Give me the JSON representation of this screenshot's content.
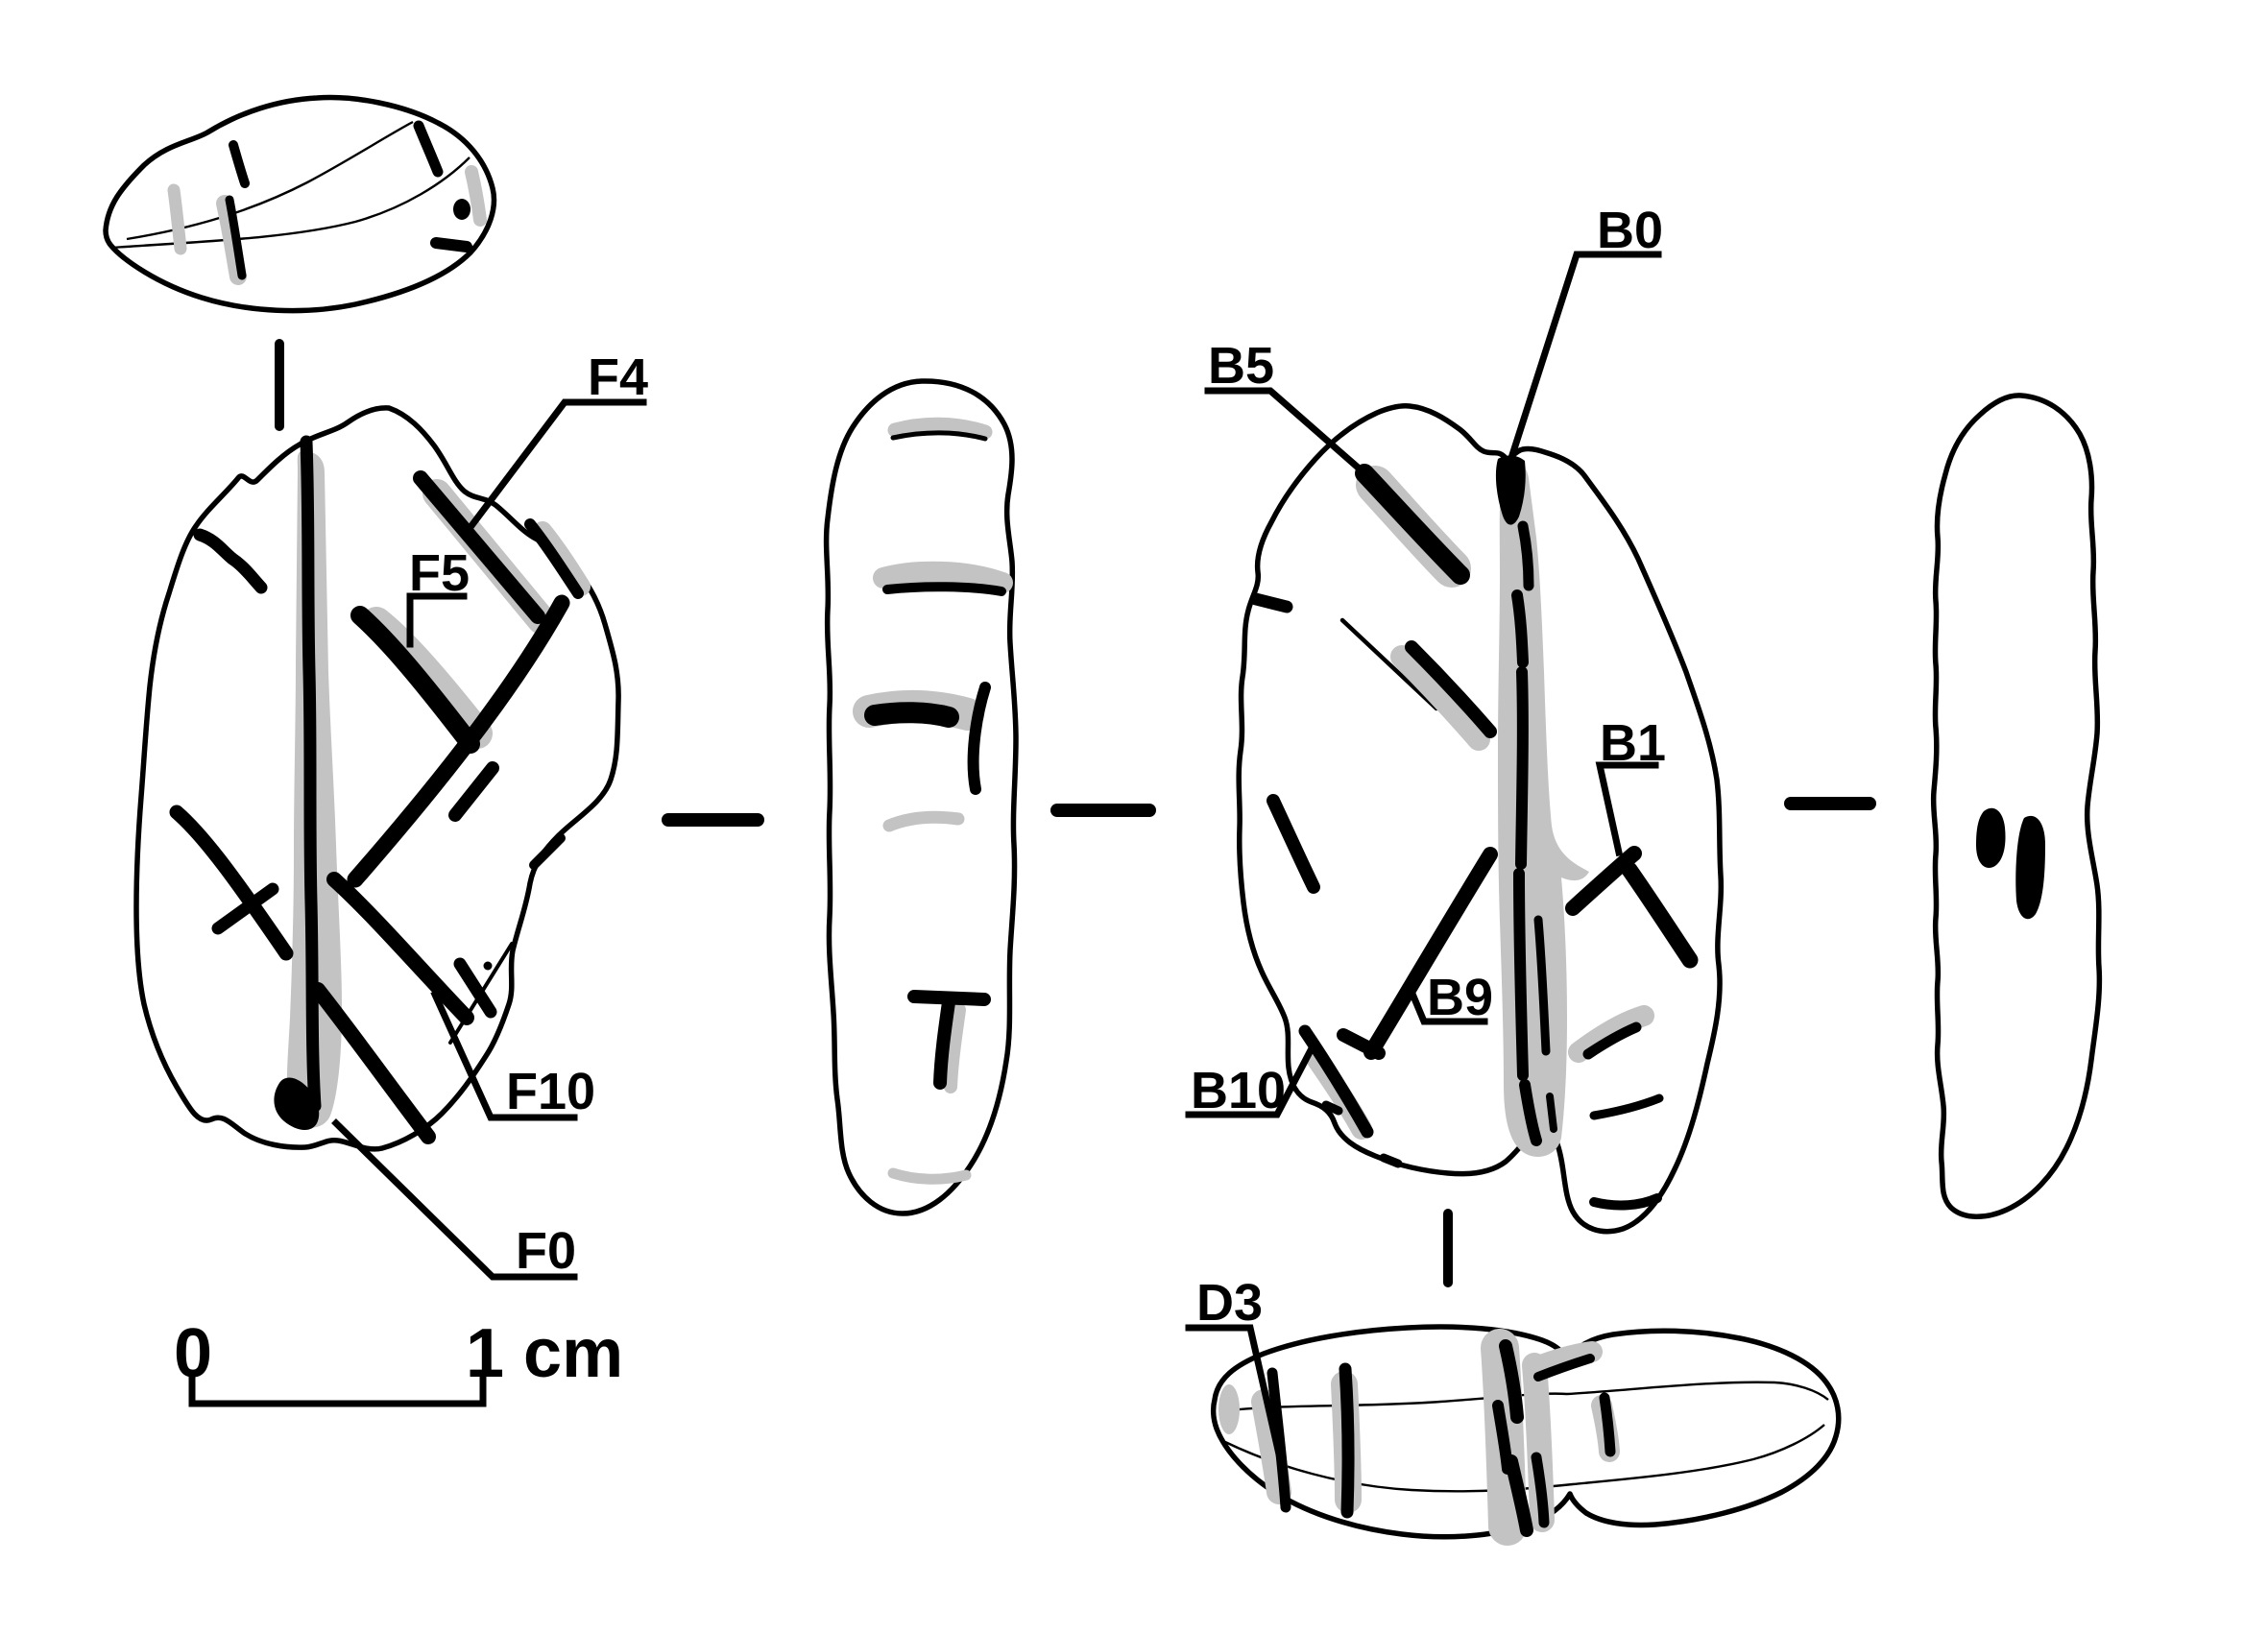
{
  "figure": {
    "type": "archaeological-artifact-drawing",
    "labels": {
      "f4": "F4",
      "f5": "F5",
      "f10": "F10",
      "f0": "F0",
      "b5": "B5",
      "b0": "B0",
      "b1": "B1",
      "b9": "B9",
      "b10": "B10",
      "d3": "D3"
    },
    "scale": {
      "zero": "0",
      "one": "1 cm"
    },
    "colors": {
      "ink": "#000000",
      "shading": "#c3c3c3",
      "background": "#ffffff"
    }
  }
}
